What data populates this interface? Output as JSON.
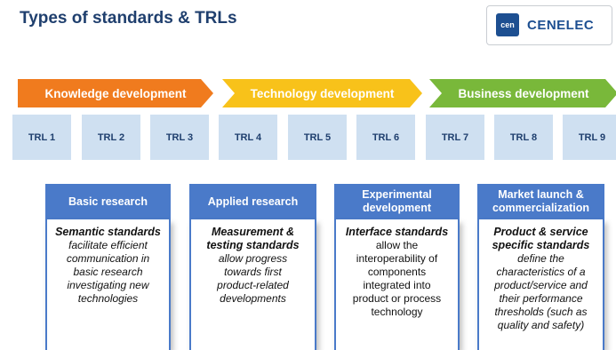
{
  "title": "Types of standards & TRLs",
  "logo": {
    "mark": "cen",
    "word": "CENELEC"
  },
  "phases": [
    {
      "label": "Knowledge development",
      "color": "#f07b1e"
    },
    {
      "label": "Technology development",
      "color": "#f8c21a"
    },
    {
      "label": "Business development",
      "color": "#79b83a"
    }
  ],
  "trls": [
    "TRL 1",
    "TRL 2",
    "TRL 3",
    "TRL 4",
    "TRL 5",
    "TRL 6",
    "TRL 7",
    "TRL 8",
    "TRL 9"
  ],
  "columns": [
    {
      "heading": "Basic research",
      "standard": "Semantic standards",
      "description": "facilitate efficient\ncommunication in\nbasic research\ninvestigating new\ntechnologies"
    },
    {
      "heading": "Applied research",
      "standard": "Measurement & testing standards",
      "description": "allow progress\ntowards first\nproduct-related\ndevelopments"
    },
    {
      "heading": "Experimental development",
      "standard": "Interface standards",
      "description": "allow the\ninteroperability of\ncomponents\nintegrated into\nproduct or process\ntechnology"
    },
    {
      "heading": "Market launch & commercialization",
      "standard": "Product & service specific standards",
      "description": "define the\ncharacteristics of a\nproduct/service  and\ntheir performance\nthresholds (such as\nquality and safety)"
    }
  ]
}
